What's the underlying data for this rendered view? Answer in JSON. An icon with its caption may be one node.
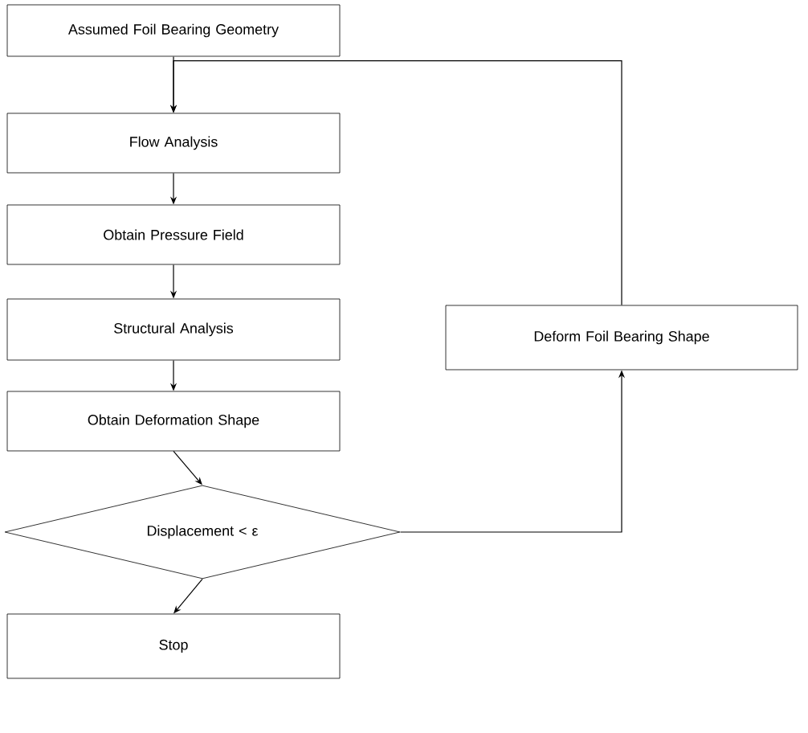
{
  "diagram": {
    "nodes": [
      {
        "text": [
          "Assumed Foil Bearing Geometry"
        ]
      },
      {
        "text": [
          "Flow Analysis"
        ]
      },
      {
        "text": [
          "Obtain Pressure Field"
        ]
      },
      {
        "text": [
          "Structural Analysis"
        ]
      },
      {
        "text": [
          "Obtain Deformation Shape"
        ]
      },
      {
        "text": [
          "Displacement < ε"
        ]
      },
      {
        "text": [
          "Stop"
        ]
      },
      {
        "text": [
          "Deform Foil Bearing Shape"
        ]
      }
    ],
    "edges": [
      {
        "from": 0,
        "to": 1,
        "arrow": "to"
      },
      {
        "from": 1,
        "to": 2,
        "arrow": "to"
      },
      {
        "from": 2,
        "to": 3,
        "arrow": "to"
      },
      {
        "from": 3,
        "to": 4,
        "arrow": "to"
      },
      {
        "from": 4,
        "to": 5,
        "arrow": "to"
      },
      {
        "from": 5,
        "to": 6,
        "arrow": "to"
      },
      {
        "from": 5,
        "to": 7,
        "arrow": "to"
      },
      {
        "from": 7,
        "to": 1,
        "arrow": "to"
      }
    ]
  }
}
